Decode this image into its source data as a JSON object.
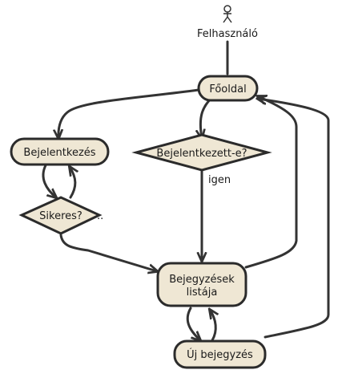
{
  "diagram": {
    "actor": {
      "label": "Felhasználó"
    },
    "nodes": {
      "fooldal": "Főoldal",
      "bejelentkezes": "Bejelentkezés",
      "bejelentkezett": "Bejelentkezett-e?",
      "sikeres": "Sikeres?",
      "sikeres_suffix": "..",
      "bejegyzesek_line1": "Bejegyzések",
      "bejegyzesek_line2": "listája",
      "uj_bejegyzes": "Új bejegyzés"
    },
    "edge_labels": {
      "igen": "igen"
    },
    "colors": {
      "node_fill": "#efe7d4",
      "stroke": "#2b2b2b"
    }
  }
}
